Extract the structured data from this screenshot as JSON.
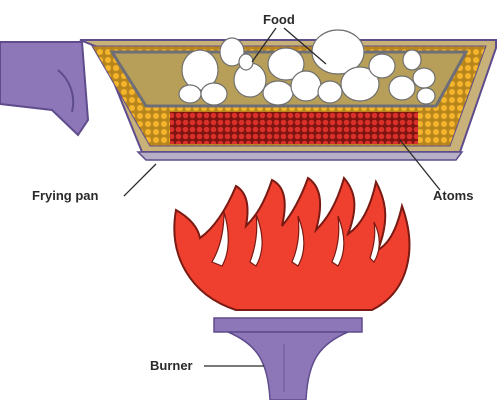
{
  "labels": {
    "food": "Food",
    "frying_pan": "Frying pan",
    "atoms": "Atoms",
    "burner": "Burner"
  },
  "colors": {
    "pan_handle": "#8d77b8",
    "pan_outline": "#5e4c8c",
    "pan_fill": "#c9b27a",
    "inner_pan": "#b79f5a",
    "atoms_hot": "#d9302a",
    "atoms_warm": "#f1b02a",
    "flame": "#ee3f2f",
    "flame_outline": "#7a1a12",
    "burner": "#8d77b8",
    "food": "#ffffff",
    "label_text": "#2a2a2a"
  }
}
